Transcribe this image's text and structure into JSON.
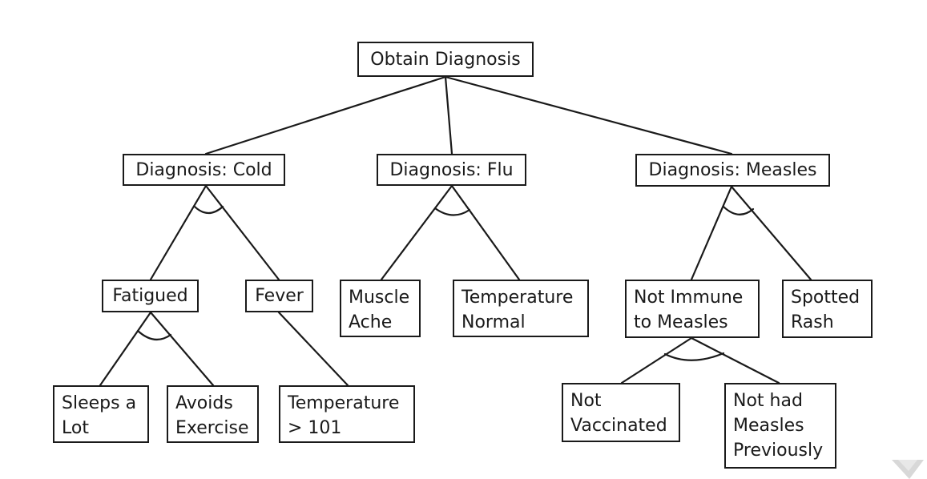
{
  "diagram": {
    "root": "Obtain Diagnosis",
    "diagnoses": {
      "cold": "Diagnosis: Cold",
      "flu": "Diagnosis: Flu",
      "measles": "Diagnosis: Measles"
    },
    "cold_children": {
      "fatigued": "Fatigued",
      "fever": "Fever"
    },
    "fatigued_children": {
      "sleeps_a_lot": "Sleeps a\nLot",
      "avoids_exercise": "Avoids\nExercise"
    },
    "fever_children": {
      "temperature_over_101": "Temperature\n> 101"
    },
    "flu_children": {
      "muscle_ache": "Muscle\nAche",
      "temperature_normal": "Temperature\nNormal"
    },
    "measles_children": {
      "not_immune": "Not Immune\nto Measles",
      "spotted_rash": "Spotted\nRash"
    },
    "not_immune_children": {
      "not_vaccinated": "Not\nVaccinated",
      "not_had_measles": "Not had\nMeasles\nPreviously"
    }
  },
  "colors": {
    "line": "#1a1a1a",
    "background": "#ffffff",
    "watermark": "#d8d8d8"
  }
}
